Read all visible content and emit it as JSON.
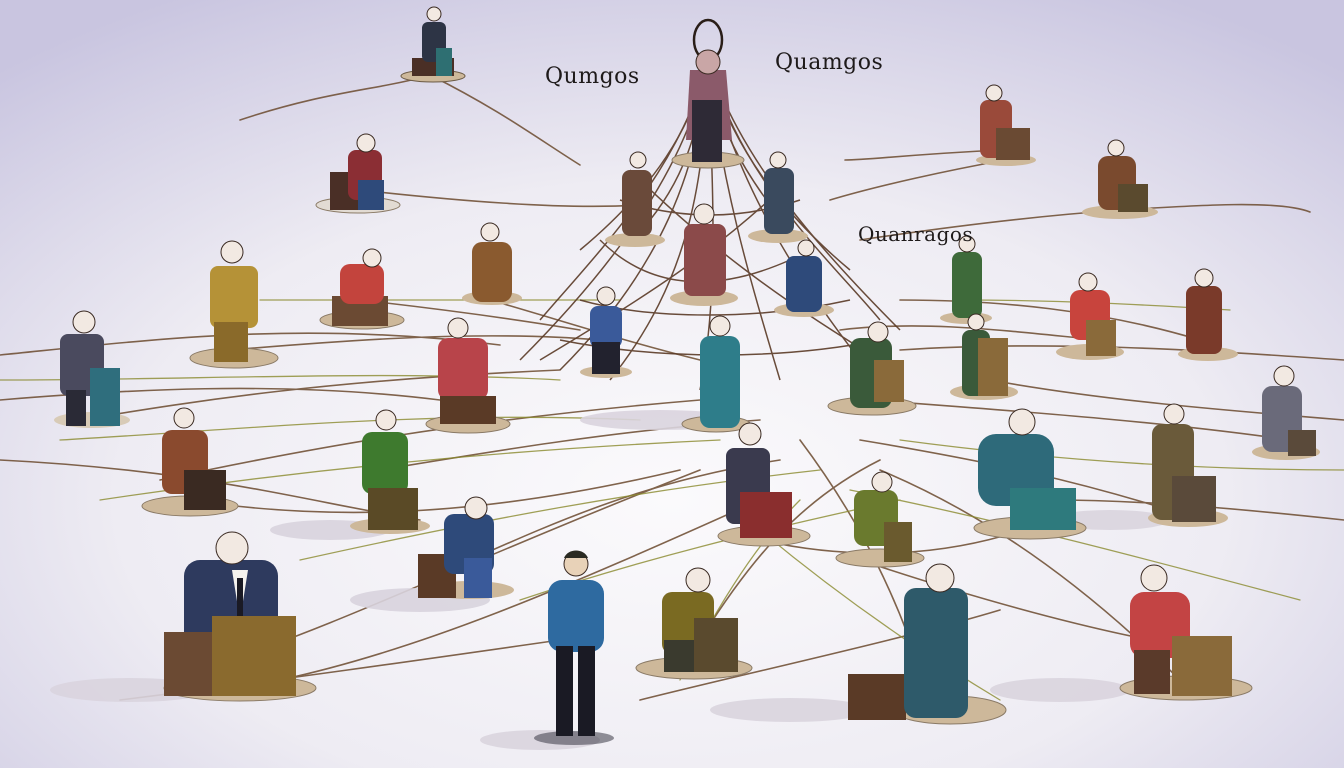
{
  "labels": {
    "left": "Qumgos",
    "right": "Quamgos",
    "middle": "Quanragos"
  },
  "colors": {
    "sky_top": "#d2cfe6",
    "ground": "#f6f4f7",
    "string": "#6b4a2e",
    "string_light": "#8a8a2e",
    "base_ring": "#cdb89a"
  },
  "figures": [
    {
      "name": "figure-top-left",
      "shirt": "#2d3445",
      "desk": "#2e6f72"
    },
    {
      "name": "figure-upper-left-desk",
      "shirt": "#8b2e34",
      "desk": "#4a2f26"
    },
    {
      "name": "figure-left-standing",
      "shirt": "#b59237",
      "desk": "none"
    },
    {
      "name": "figure-left-suit",
      "shirt": "#4a4a5e",
      "desk": "#2f6e7d"
    },
    {
      "name": "figure-red-desk",
      "shirt": "#c3443d",
      "desk": "#6b4a33"
    },
    {
      "name": "figure-brown-standing",
      "shirt": "#8a5a2f",
      "desk": "none"
    },
    {
      "name": "figure-apex",
      "shirt": "#8b5a6a",
      "desk": "none"
    },
    {
      "name": "figure-tree-left",
      "shirt": "#6a4a3a",
      "desk": "none"
    },
    {
      "name": "figure-tree-right",
      "shirt": "#3a4a5e",
      "desk": "none"
    },
    {
      "name": "figure-tree-center",
      "shirt": "#8b4a4a",
      "desk": "none"
    },
    {
      "name": "figure-tree-lower-right",
      "shirt": "#2e4a7a",
      "desk": "none"
    },
    {
      "name": "figure-blue-small",
      "shirt": "#3a5a9a",
      "desk": "none"
    },
    {
      "name": "figure-teal-center",
      "shirt": "#2e7d8a",
      "desk": "none"
    },
    {
      "name": "figure-red-seated",
      "shirt": "#b8444a",
      "desk": "#5a3a26"
    },
    {
      "name": "figure-green-seated",
      "shirt": "#3e7a2e",
      "desk": "#5a4a26"
    },
    {
      "name": "figure-brown-seated-left",
      "shirt": "#8a4a2e",
      "desk": "#3a2a22"
    },
    {
      "name": "figure-suit-big",
      "shirt": "#2e3a5e",
      "desk": "#8a6a2e"
    },
    {
      "name": "figure-blue-seated",
      "shirt": "#2e4a7a",
      "desk": "#5a3a26"
    },
    {
      "name": "figure-standing-front",
      "shirt": "#2e6aa0",
      "desk": "none"
    },
    {
      "name": "figure-olive-seated",
      "shirt": "#7a6a22",
      "desk": "#5a4a2e"
    },
    {
      "name": "figure-center-desk",
      "shirt": "#3a3a4e",
      "desk": "#8a2e2e"
    },
    {
      "name": "figure-olive-right",
      "shirt": "#6a7a2e",
      "desk": "#6a5a2e"
    },
    {
      "name": "figure-teal-big",
      "shirt": "#2e6a7a",
      "desk": "#2e7a7d"
    },
    {
      "name": "figure-green-cluster",
      "shirt": "#3a5a3a",
      "desk": "#8a6a3a"
    },
    {
      "name": "figure-green-standing",
      "shirt": "#3e6a3a",
      "desk": "none"
    },
    {
      "name": "figure-teal-tall",
      "shirt": "#2e5a6a",
      "desk": "none"
    },
    {
      "name": "figure-red-right",
      "shirt": "#c8443d",
      "desk": "#8a6a3a"
    },
    {
      "name": "figure-dark-red-right",
      "shirt": "#7a3a2a",
      "desk": "none"
    },
    {
      "name": "figure-brown-seated-right",
      "shirt": "#6a5a3a",
      "desk": "#5a4a3a"
    },
    {
      "name": "figure-grey-right",
      "shirt": "#6a6a7a",
      "desk": "#5a4a3a"
    },
    {
      "name": "figure-red-bottom-right",
      "shirt": "#c34444",
      "desk": "#8a6a3a"
    },
    {
      "name": "figure-top-right",
      "shirt": "#9a4a3a",
      "desk": "#6a4a33"
    },
    {
      "name": "figure-top-right-2",
      "shirt": "#7a4a2e",
      "desk": "#5a4a2e"
    }
  ]
}
